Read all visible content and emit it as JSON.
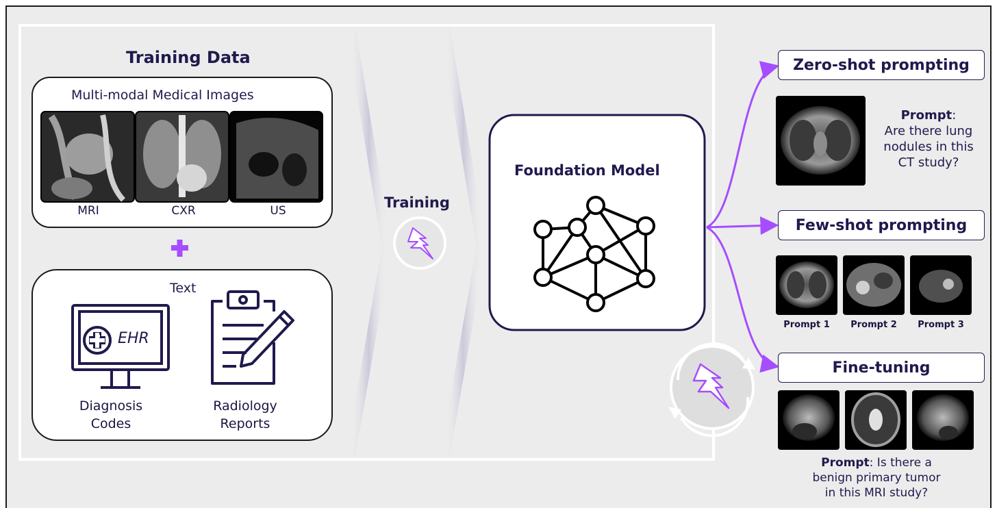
{
  "training_data": {
    "title": "Training Data",
    "images_title": "Multi-modal Medical Images",
    "image_labels": [
      "MRI",
      "CXR",
      "US"
    ],
    "plus": "+",
    "text_title": "Text",
    "ehr_label": "EHR",
    "diagnosis_label": [
      "Diagnosis",
      "Codes"
    ],
    "radiology_label": [
      "Radiology",
      "Reports"
    ]
  },
  "training": {
    "label": "Training"
  },
  "foundation": {
    "title": "Foundation Model"
  },
  "zero_shot": {
    "title": "Zero-shot prompting",
    "prompt_bold": "Prompt",
    "prompt_colon": ":",
    "prompt_lines": [
      "Are there lung",
      "nodules in this",
      "CT study?"
    ]
  },
  "few_shot": {
    "title": "Few-shot prompting",
    "prompt_labels": [
      "Prompt 1",
      "Prompt 2",
      "Prompt 3"
    ]
  },
  "fine_tuning": {
    "title": "Fine-tuning",
    "prompt_bold": "Prompt",
    "prompt_line1_rest": ": Is there a",
    "prompt_lines": [
      "benign primary tumor",
      "in this MRI study?"
    ]
  },
  "colors": {
    "navy": "#1f1a4d",
    "purple": "#a64dff",
    "bg": "#ececec"
  }
}
